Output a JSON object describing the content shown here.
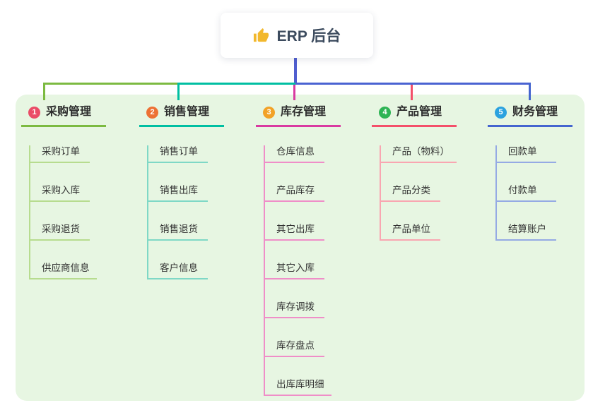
{
  "root": {
    "icon": "thumbs-up",
    "title": "ERP 后台"
  },
  "canvas": {
    "panel_bg": "#e7f6e2"
  },
  "connector": {
    "root_color": "#505ecf",
    "right_color": "#4a63d2"
  },
  "branches": [
    {
      "num": "1",
      "label": "采购管理",
      "badge_color": "#ea4c67",
      "line_color": "#7cba41",
      "child_line_color": "#b7dc8f",
      "children": [
        "采购订单",
        "采购入库",
        "采购退货",
        "供应商信息"
      ]
    },
    {
      "num": "2",
      "label": "销售管理",
      "badge_color": "#ed7134",
      "line_color": "#00bfa2",
      "child_line_color": "#7fd8c6",
      "children": [
        "销售订单",
        "销售出库",
        "销售退货",
        "客户信息"
      ]
    },
    {
      "num": "3",
      "label": "库存管理",
      "badge_color": "#f2a227",
      "line_color": "#d93aa1",
      "child_line_color": "#ef8ec8",
      "children": [
        "仓库信息",
        "产品库存",
        "其它出库",
        "其它入库",
        "库存调拨",
        "库存盘点",
        "出库库明细"
      ]
    },
    {
      "num": "4",
      "label": "产品管理",
      "badge_color": "#2eb454",
      "line_color": "#f4506a",
      "child_line_color": "#f9a6b1",
      "children": [
        "产品（物料）",
        "产品分类",
        "产品单位"
      ]
    },
    {
      "num": "5",
      "label": "财务管理",
      "badge_color": "#2ba2df",
      "line_color": "#4565cf",
      "child_line_color": "#95aae4",
      "children": [
        "回款单",
        "付款单",
        "结算账户"
      ]
    }
  ]
}
